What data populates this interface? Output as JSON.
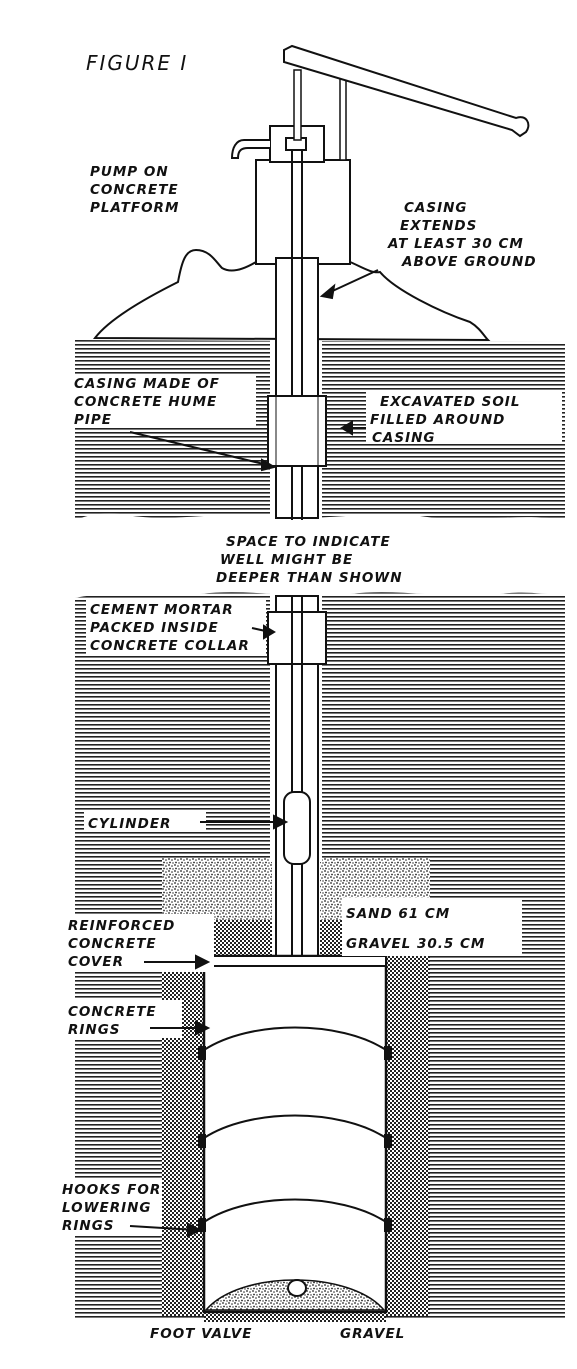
{
  "figure": {
    "title": "FIGURE I",
    "labels": {
      "pump_line1": "PUMP ON",
      "pump_line2": "CONCRETE",
      "pump_line3": "PLATFORM",
      "casing_ext_line1": "CASING",
      "casing_ext_line2": "EXTENDS",
      "casing_ext_line3": "AT LEAST 30 CM",
      "casing_ext_line4": "ABOVE GROUND",
      "casing_made_line1": "CASING MADE OF",
      "casing_made_line2": "CONCRETE HUME",
      "casing_made_line3": "PIPE",
      "excavated_line1": "EXCAVATED SOIL",
      "excavated_line2": "FILLED AROUND",
      "excavated_line3": "CASING",
      "space_line1": "SPACE TO INDICATE",
      "space_line2": "WELL MIGHT BE",
      "space_line3": "DEEPER THAN SHOWN",
      "mortar_line1": "CEMENT MORTAR",
      "mortar_line2": "PACKED INSIDE",
      "mortar_line3": "CONCRETE COLLAR",
      "cylinder": "CYLINDER",
      "sand": "SAND 61 CM",
      "gravel_layer": "GRAVEL 30.5 CM",
      "cover_line1": "REINFORCED",
      "cover_line2": "CONCRETE",
      "cover_line3": "COVER",
      "rings_line1": "CONCRETE",
      "rings_line2": "RINGS",
      "hooks_line1": "HOOKS FOR",
      "hooks_line2": "LOWERING",
      "hooks_line3": "RINGS",
      "foot_valve": "FOOT VALVE",
      "gravel_bottom": "GRAVEL"
    }
  }
}
